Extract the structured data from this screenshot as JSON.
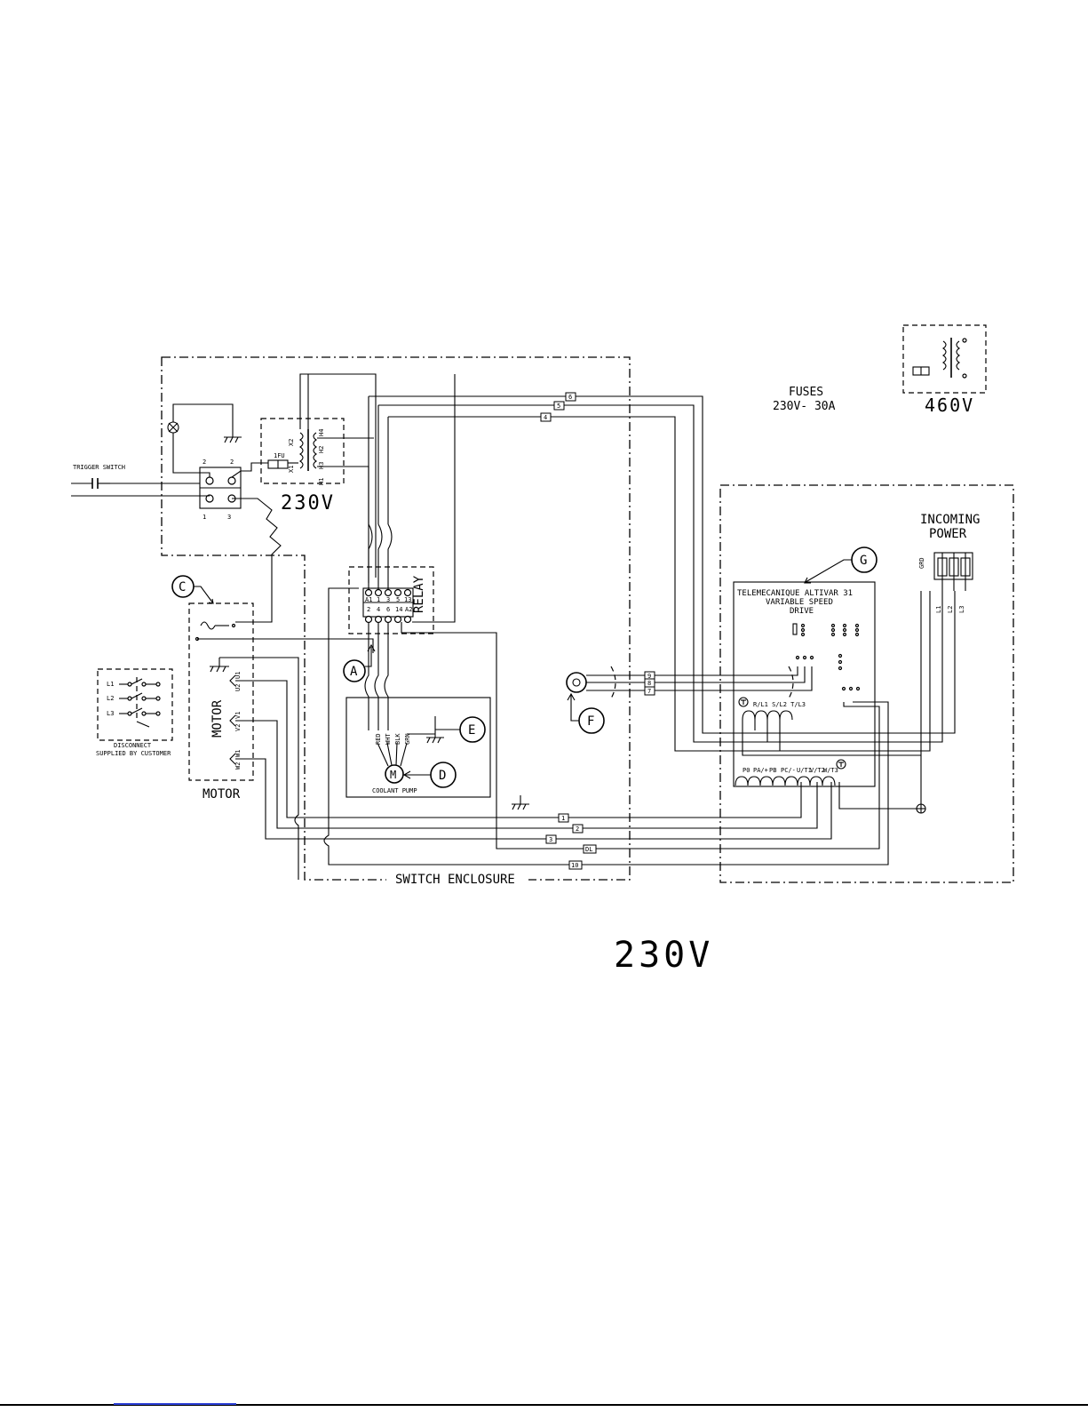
{
  "diagram": {
    "enclosures": {
      "switch": "SWITCH ENCLOSURE",
      "transformer_230": "230V",
      "transformer_460": "460V",
      "relay": "RELAY",
      "motor": "MOTOR",
      "coolant_pump": "COOLANT PUMP",
      "disconnect_line1": "DISCONNECT",
      "disconnect_line2": "SUPPLIED BY CUSTOMER",
      "incoming_line1": "INCOMING",
      "incoming_line2": "POWER"
    },
    "notes": {
      "fuses_title": "FUSES",
      "fuses_rating": "230V- 30A",
      "bottom_voltage": "230V",
      "trigger_switch": "TRIGGER SWITCH"
    },
    "drive": {
      "line1": "TELEMECANIQUE ALTIVAR 31",
      "line2": "VARIABLE SPEED",
      "line3": "DRIVE",
      "top_terminals": "R/L1 S/L2 T/L3",
      "bottom_terminals": [
        "P0",
        "PA/+",
        "PB",
        "PC/-",
        "U/T1",
        "V/T2",
        "W/T3"
      ],
      "grd_label": "GRD",
      "line_labels": [
        "L1",
        "L2",
        "L3"
      ]
    },
    "callouts": [
      "A",
      "C",
      "D",
      "E",
      "F",
      "G"
    ],
    "wire_tags": [
      "6",
      "5",
      "4",
      "9",
      "8",
      "7",
      "1",
      "2",
      "3",
      "DL",
      "10"
    ],
    "relay_terminals": {
      "top": [
        "A1",
        "1",
        "3",
        "5",
        "13"
      ],
      "bottom": [
        "2",
        "4",
        "6",
        "14",
        "A2"
      ]
    },
    "motor_terminals": [
      "U1",
      "U2",
      "V1",
      "V2",
      "W1",
      "W2"
    ],
    "disconnect_lines": [
      "L1",
      "L2",
      "L3"
    ],
    "transformer_terminals": [
      "X1",
      "X2",
      "H1",
      "H2",
      "H3",
      "H4",
      "1FU"
    ],
    "switch_terminals": [
      "2",
      "2",
      "1",
      "3"
    ],
    "pump_wires": [
      "GRN",
      "BLK",
      "WHT",
      "RED"
    ],
    "pump_motor_symbol": "M"
  }
}
